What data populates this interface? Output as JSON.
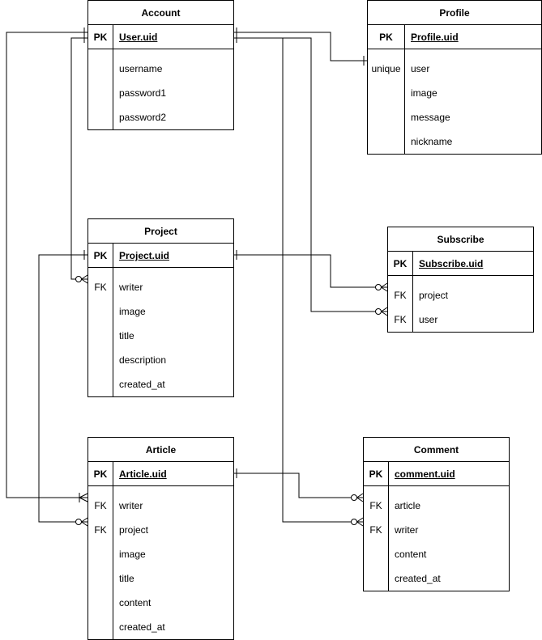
{
  "entities": [
    {
      "id": "account",
      "name": "Account",
      "pk_label": "PK",
      "pk_field": "User.uid",
      "fields": [
        {
          "key": "",
          "name": "username"
        },
        {
          "key": "",
          "name": "password1"
        },
        {
          "key": "",
          "name": "password2"
        }
      ]
    },
    {
      "id": "profile",
      "name": "Profile",
      "pk_label": "PK",
      "pk_field": "Profile.uid",
      "fields": [
        {
          "key": "unique",
          "name": "user"
        },
        {
          "key": "",
          "name": "image"
        },
        {
          "key": "",
          "name": "message"
        },
        {
          "key": "",
          "name": "nickname"
        }
      ]
    },
    {
      "id": "project",
      "name": "Project",
      "pk_label": "PK",
      "pk_field": "Project.uid",
      "fields": [
        {
          "key": "FK",
          "name": "writer"
        },
        {
          "key": "",
          "name": "image"
        },
        {
          "key": "",
          "name": "title"
        },
        {
          "key": "",
          "name": "description"
        },
        {
          "key": "",
          "name": "created_at"
        }
      ]
    },
    {
      "id": "subscribe",
      "name": "Subscribe",
      "pk_label": "PK",
      "pk_field": "Subscribe.uid",
      "fields": [
        {
          "key": "FK",
          "name": "project"
        },
        {
          "key": "FK",
          "name": "user"
        }
      ]
    },
    {
      "id": "article",
      "name": "Article",
      "pk_label": "PK",
      "pk_field": "Article.uid",
      "fields": [
        {
          "key": "FK",
          "name": "writer"
        },
        {
          "key": "FK",
          "name": "project"
        },
        {
          "key": "",
          "name": "image"
        },
        {
          "key": "",
          "name": "title"
        },
        {
          "key": "",
          "name": "content"
        },
        {
          "key": "",
          "name": "created_at"
        }
      ]
    },
    {
      "id": "comment",
      "name": "Comment",
      "pk_label": "PK",
      "pk_field": "comment.uid",
      "fields": [
        {
          "key": "FK",
          "name": "article"
        },
        {
          "key": "FK",
          "name": "writer"
        },
        {
          "key": "",
          "name": "content"
        },
        {
          "key": "",
          "name": "created_at"
        }
      ]
    }
  ],
  "relationships": [
    {
      "from": "account",
      "to": "profile.user",
      "from_end": "one",
      "to_end": "one"
    },
    {
      "from": "account",
      "to": "project.writer",
      "from_end": "one",
      "to_end": "zero-or-many"
    },
    {
      "from": "account",
      "to": "subscribe.user",
      "from_end": "one",
      "to_end": "zero-or-many"
    },
    {
      "from": "account",
      "to": "comment.writer",
      "from_end": "one",
      "to_end": "zero-or-many"
    },
    {
      "from": "account",
      "to": "article.writer",
      "from_end": "one",
      "to_end": "one-or-many"
    },
    {
      "from": "project",
      "to": "subscribe.project",
      "from_end": "one",
      "to_end": "zero-or-many"
    },
    {
      "from": "project",
      "to": "article.project",
      "from_end": "one",
      "to_end": "zero-or-many"
    },
    {
      "from": "article",
      "to": "comment.article",
      "from_end": "one",
      "to_end": "zero-or-many"
    }
  ]
}
